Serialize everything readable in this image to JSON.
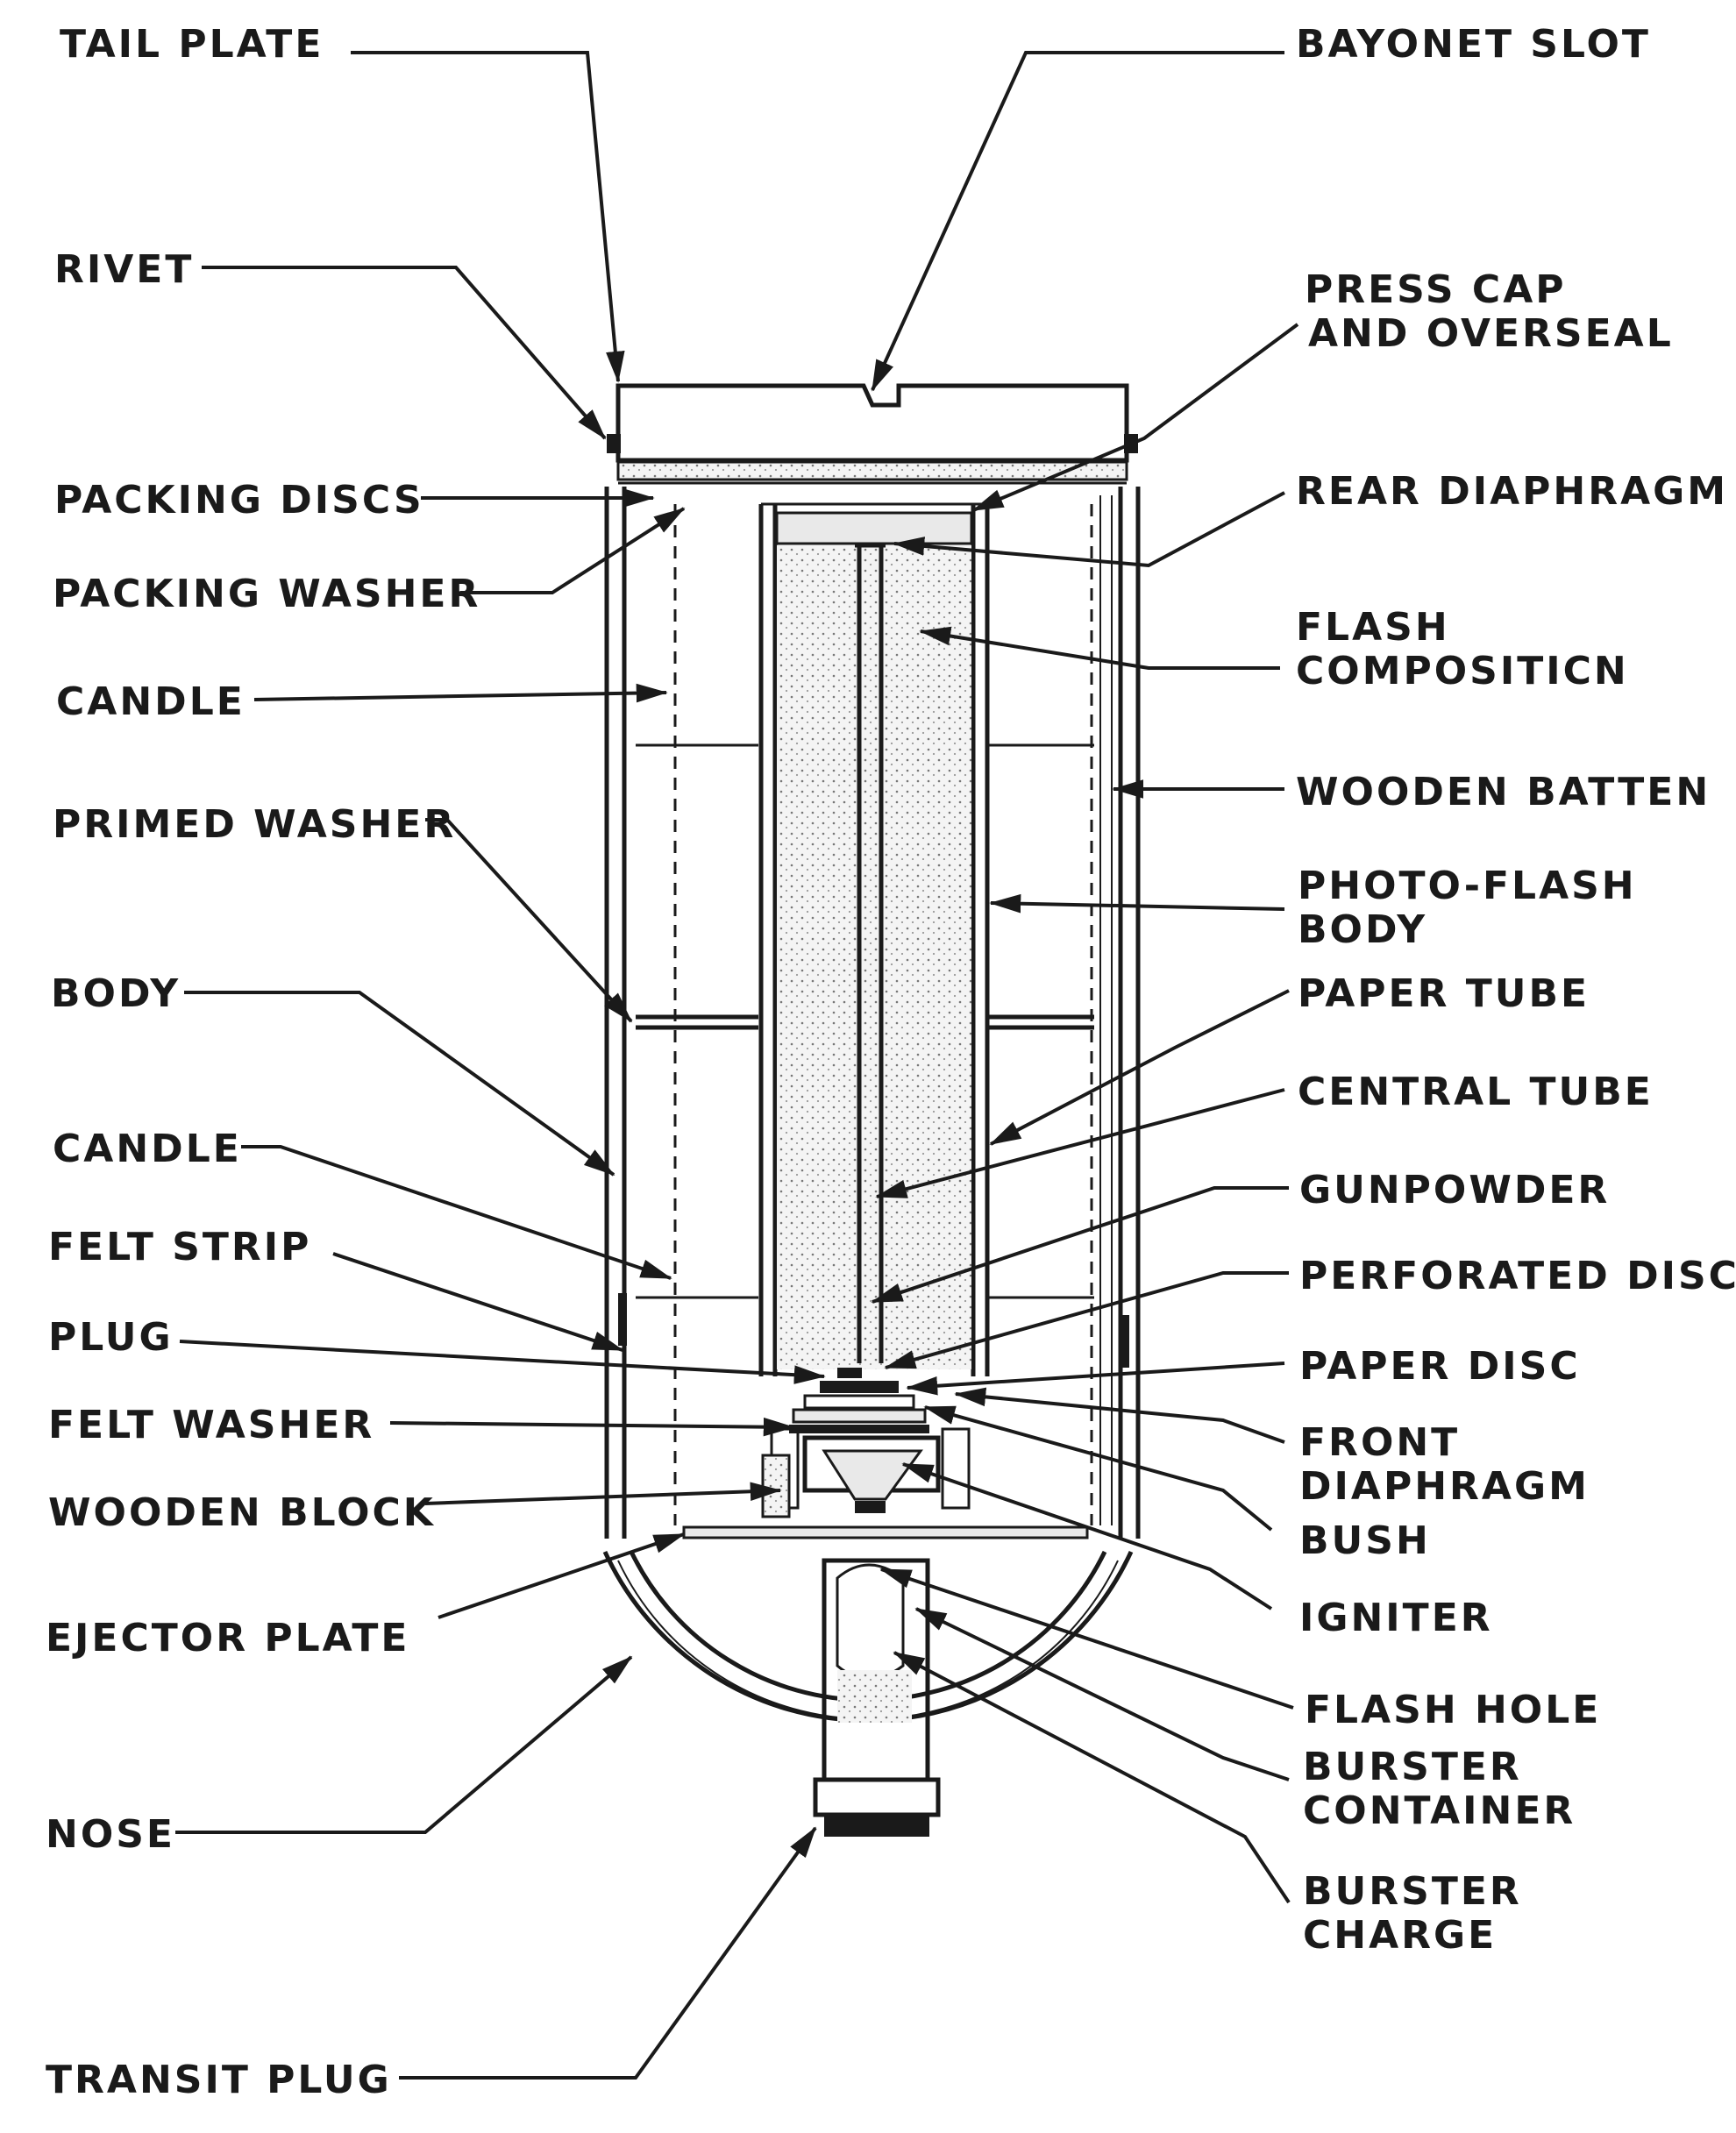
{
  "labels": {
    "tail_plate": "TAIL PLATE",
    "bayonet_slot": "BAYONET SLOT",
    "rivet": "RIVET",
    "press_cap_1": "PRESS CAP",
    "press_cap_2": "AND OVERSEAL",
    "packing_discs": "PACKING DISCS",
    "rear_diaphragm": "REAR DIAPHRAGM",
    "packing_washer": "PACKING WASHER",
    "flash_composition_1": "FLASH",
    "flash_composition_2": "COMPOSITICN",
    "candle_upper": "CANDLE",
    "wooden_batten": "WOODEN BATTEN",
    "primed_washer": "PRIMED WASHER",
    "photo_flash_body_1": "PHOTO-FLASH",
    "photo_flash_body_2": "BODY",
    "body": "BODY",
    "paper_tube": "PAPER TUBE",
    "central_tube": "CENTRAL TUBE",
    "candle_lower": "CANDLE",
    "gunpowder": "GUNPOWDER",
    "felt_strip": "FELT STRIP",
    "perforated_disc": "PERFORATED DISC",
    "plug": "PLUG",
    "paper_disc": "PAPER DISC",
    "felt_washer": "FELT WASHER",
    "front_diaphragm_1": "FRONT",
    "front_diaphragm_2": "DIAPHRAGM",
    "wooden_block": "WOODEN BLOCK",
    "bush": "BUSH",
    "igniter": "IGNITER",
    "ejector_plate": "EJECTOR PLATE",
    "flash_hole": "FLASH HOLE",
    "burster_container_1": "BURSTER",
    "burster_container_2": "CONTAINER",
    "nose": "NOSE",
    "burster_charge_1": "BURSTER",
    "burster_charge_2": "CHARGE",
    "transit_plug": "TRANSIT PLUG"
  }
}
